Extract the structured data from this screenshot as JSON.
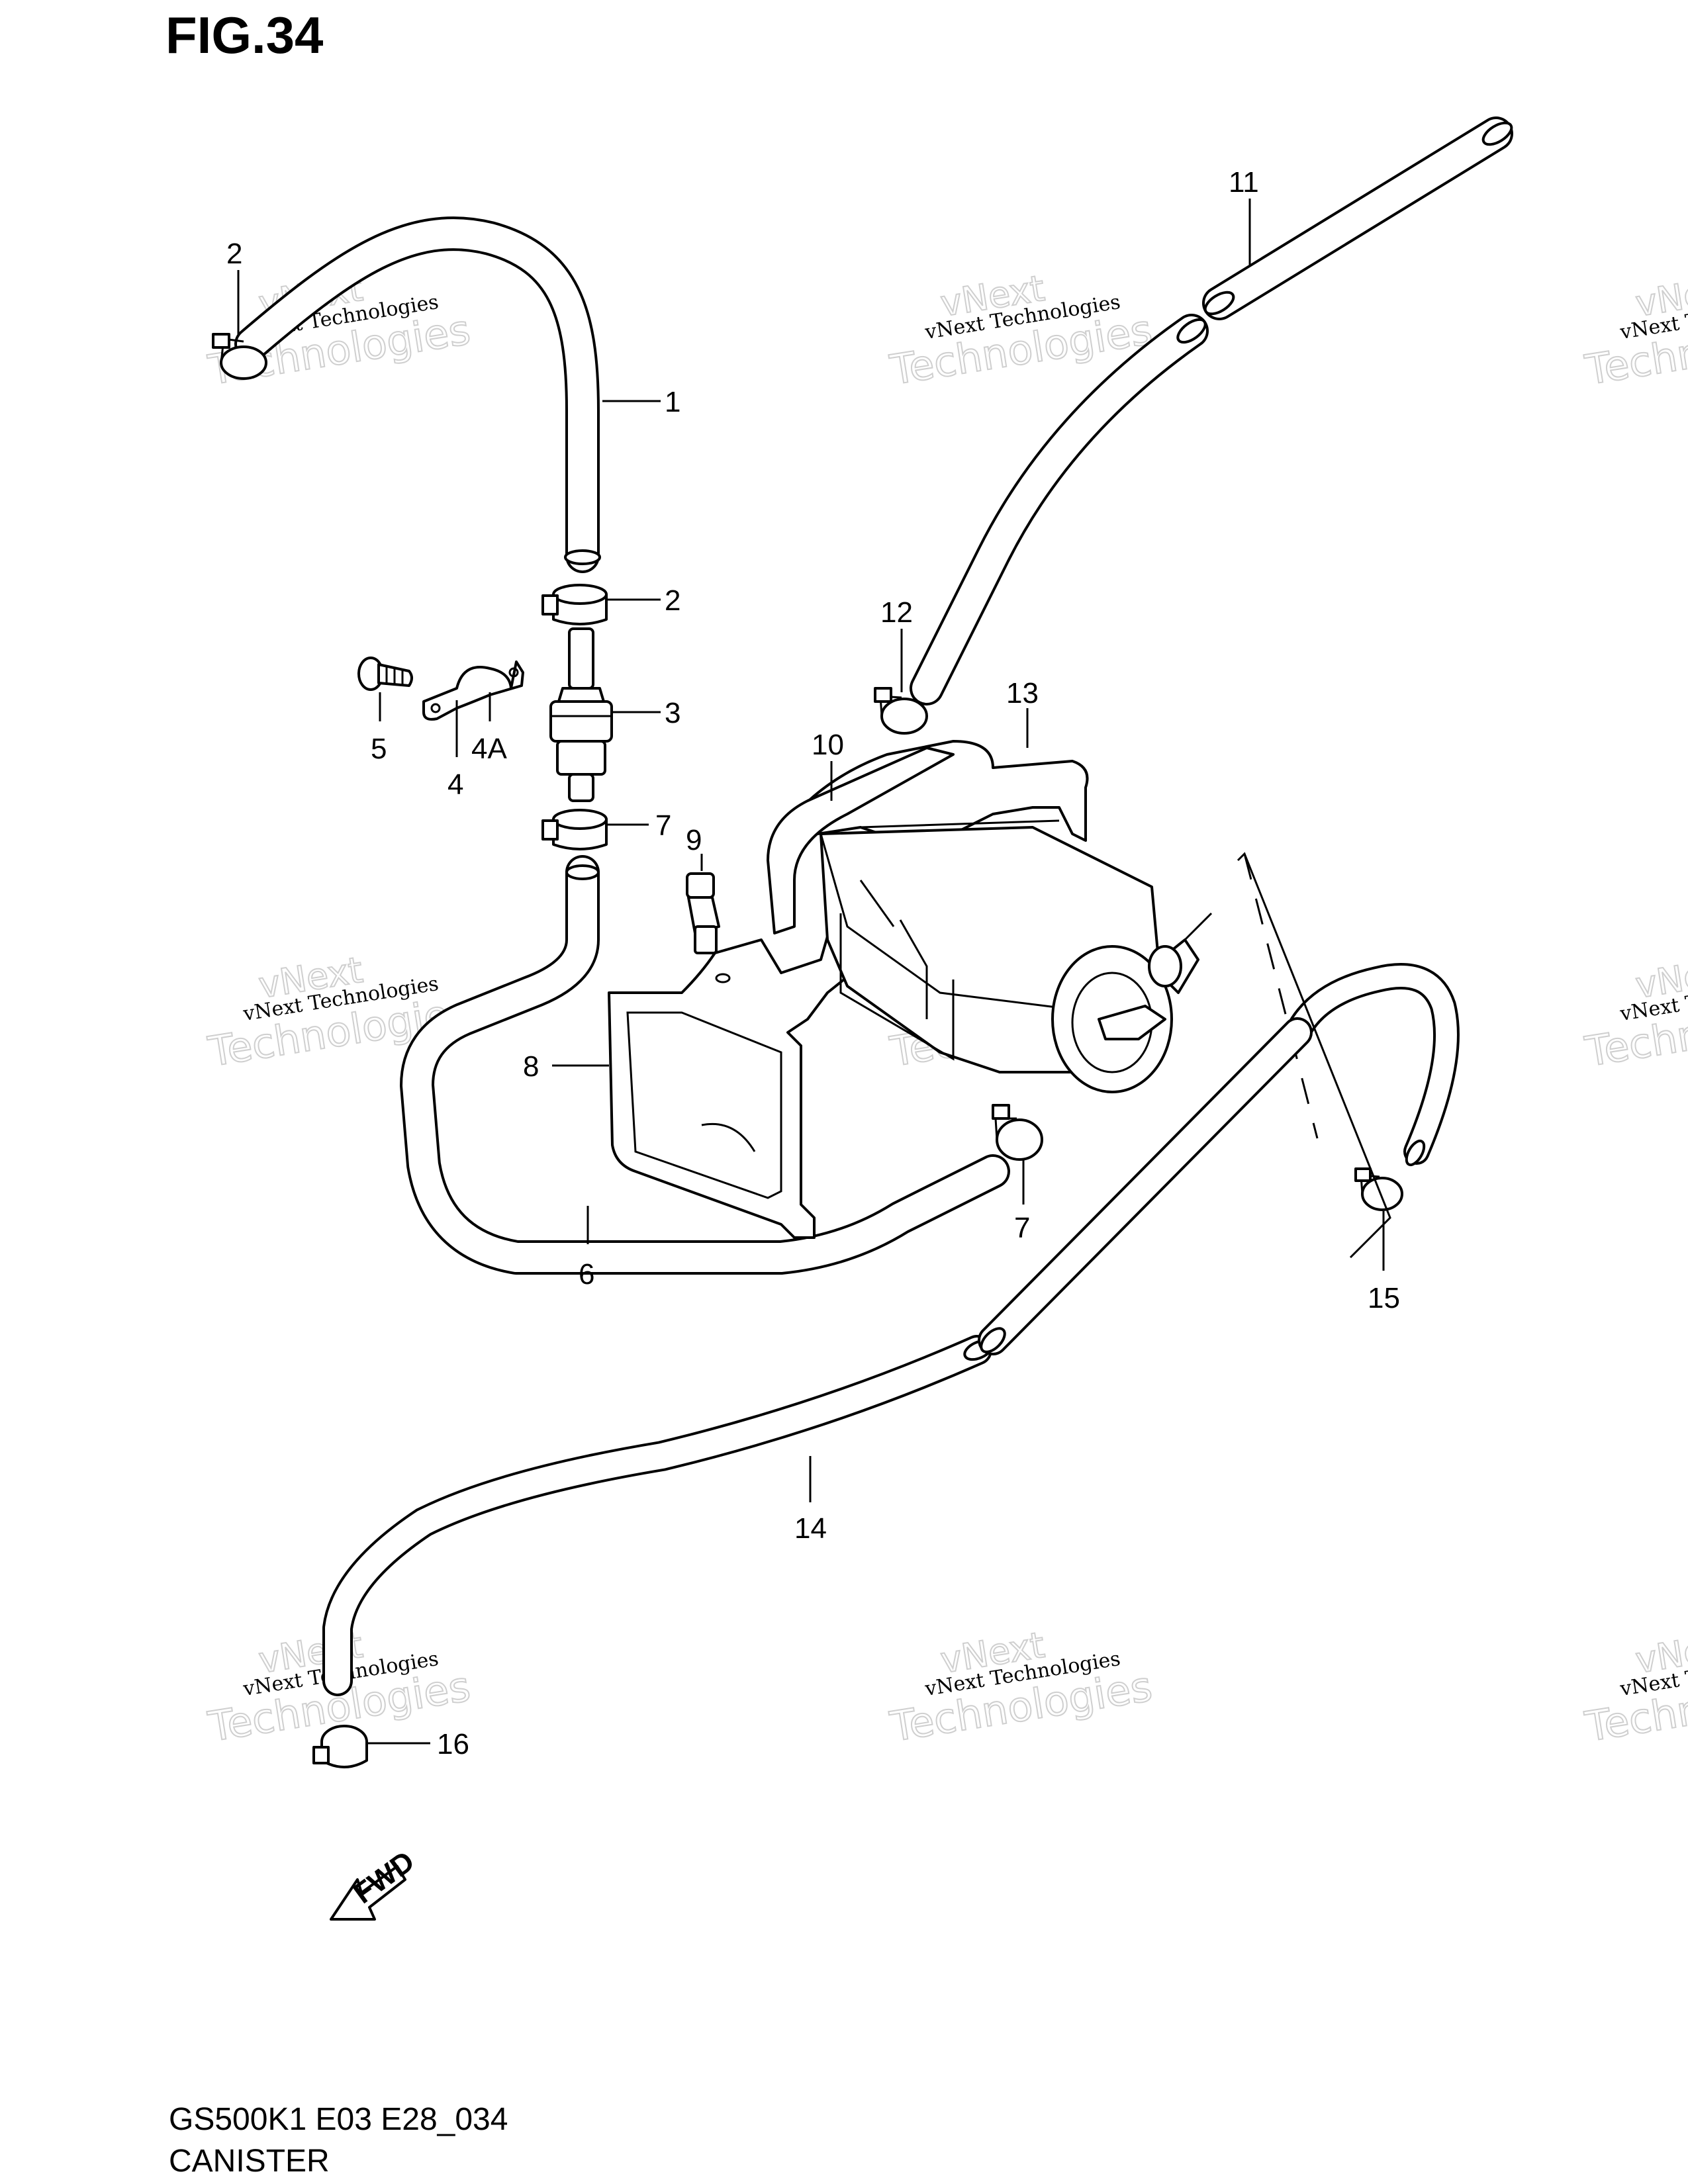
{
  "figure": {
    "title": "FIG.34",
    "model_code": "GS500K1 E03 E28_034",
    "section_name": "CANISTER"
  },
  "watermark": {
    "line1": "vNext Technologies",
    "line2": "Technologies",
    "brand": "vNext"
  },
  "callouts": [
    "1",
    "2",
    "2",
    "3",
    "4",
    "4A",
    "5",
    "6",
    "7",
    "7",
    "8",
    "9",
    "10",
    "11",
    "12",
    "13",
    "14",
    "15",
    "16"
  ],
  "fwd_label": "FWD",
  "colors": {
    "line": "#000000",
    "background": "#ffffff",
    "watermark": "#cfcfcf"
  }
}
